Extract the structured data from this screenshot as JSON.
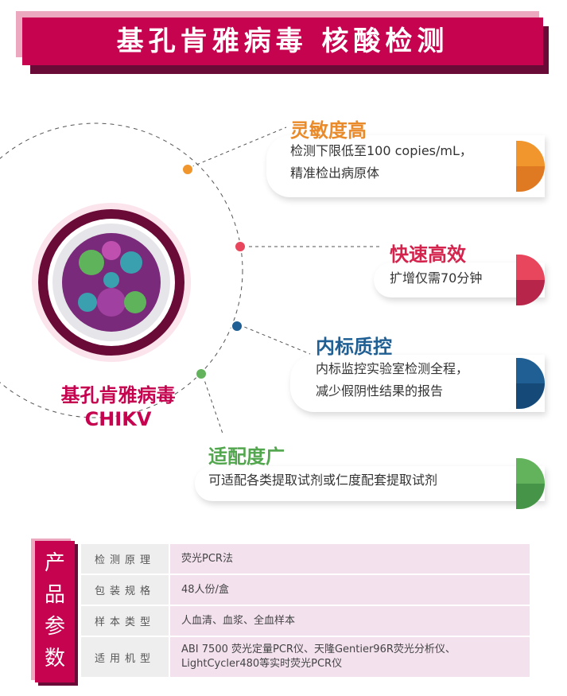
{
  "title": "基孔肯雅病毒 核酸检测",
  "virus": {
    "name": "基孔肯雅病毒",
    "abbr": "CHIKV"
  },
  "features": [
    {
      "title": "灵敏度高",
      "lines": [
        "检测下限低至100 copies/mL，",
        "精准检出病原体"
      ],
      "colors": [
        "#f0962c",
        "#e07a22"
      ]
    },
    {
      "title": "快速高效",
      "lines": [
        "扩增仅需70分钟"
      ],
      "colors": [
        "#e8465c",
        "#b8254a"
      ]
    },
    {
      "title": "内标质控",
      "lines": [
        "内标监控实验室检测全程，",
        "减少假阴性结果的报告"
      ],
      "colors": [
        "#1f5f93",
        "#154a78"
      ]
    },
    {
      "title": "适配度广",
      "lines": [
        "可适配各类提取试剂或仁度配套提取试剂"
      ],
      "colors": [
        "#63b35c",
        "#469448"
      ]
    }
  ],
  "params": {
    "tab": [
      "产",
      "品",
      "参",
      "数"
    ],
    "rows": [
      {
        "k": "检测原理",
        "v": "荧光PCR法"
      },
      {
        "k": "包装规格",
        "v": "48人份/盒"
      },
      {
        "k": "样本类型",
        "v": "人血清、血浆、全血样本"
      },
      {
        "k": "适用机型",
        "v": "ABI 7500 荧光定量PCR仪、天隆Gentier96R荧光分析仪、LightCycler480等实时荧光PCR仪"
      }
    ]
  }
}
